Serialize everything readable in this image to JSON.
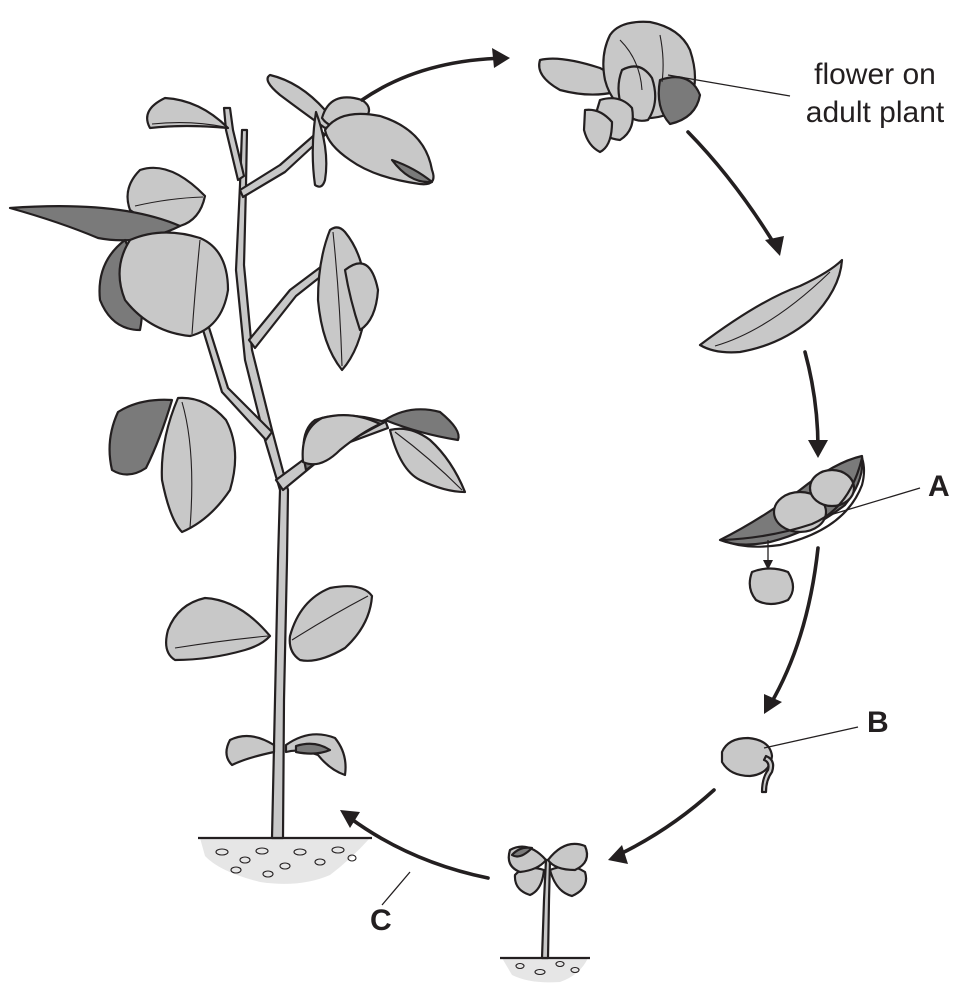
{
  "labels": {
    "flower_line1": "flower on",
    "flower_line2": "adult plant",
    "A": "A",
    "B": "B",
    "C": "C"
  },
  "colors": {
    "outline": "#231f20",
    "leaf_light": "#c8c8c8",
    "leaf_dark": "#7a7a7a",
    "soil": "#e6e6e6",
    "background": "#ffffff"
  }
}
